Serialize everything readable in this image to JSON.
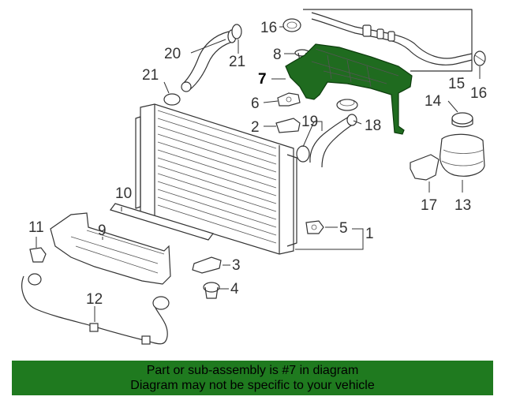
{
  "callouts": {
    "c1": "1",
    "c2": "2",
    "c3": "3",
    "c4": "4",
    "c5": "5",
    "c6": "6",
    "c7": "7",
    "c8": "8",
    "c9": "9",
    "c10": "10",
    "c11": "11",
    "c12": "12",
    "c13": "13",
    "c14": "14",
    "c15": "15",
    "c16a": "16",
    "c16b": "16",
    "c17": "17",
    "c18": "18",
    "c19": "19",
    "c20": "20",
    "c21a": "21",
    "c21b": "21"
  },
  "banner": {
    "line1": "Part or sub-assembly is #7 in diagram",
    "line2": "Diagram may not be specific to your vehicle"
  },
  "colors": {
    "highlight": "#1f6b1f",
    "banner": "#1f7a1f"
  },
  "highlighted_part": "7"
}
